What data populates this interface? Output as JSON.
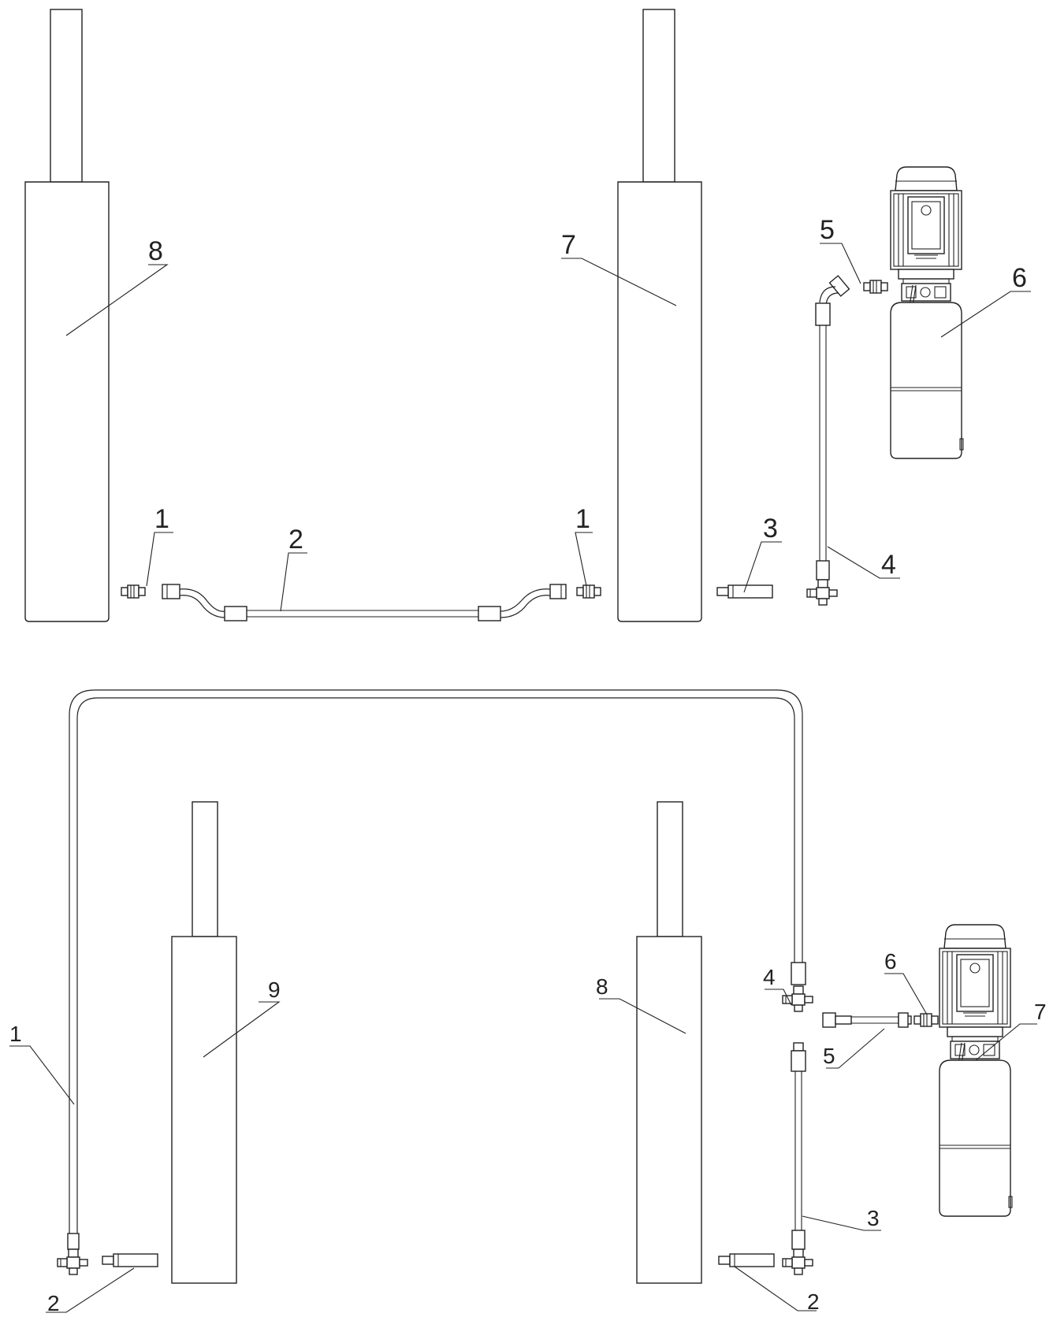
{
  "colors": {
    "line": "#222222",
    "background": "#ffffff"
  },
  "top_figure": {
    "callouts": {
      "c1a": "1",
      "c2": "2",
      "c1b": "1",
      "c3": "3",
      "c4": "4",
      "c5": "5",
      "c6": "6",
      "c7": "7",
      "c8": "8"
    }
  },
  "bottom_figure": {
    "callouts": {
      "c1": "1",
      "c2a": "2",
      "c2b": "2",
      "c3": "3",
      "c4": "4",
      "c5": "5",
      "c6": "6",
      "c7": "7",
      "c8": "8",
      "c9": "9"
    }
  }
}
